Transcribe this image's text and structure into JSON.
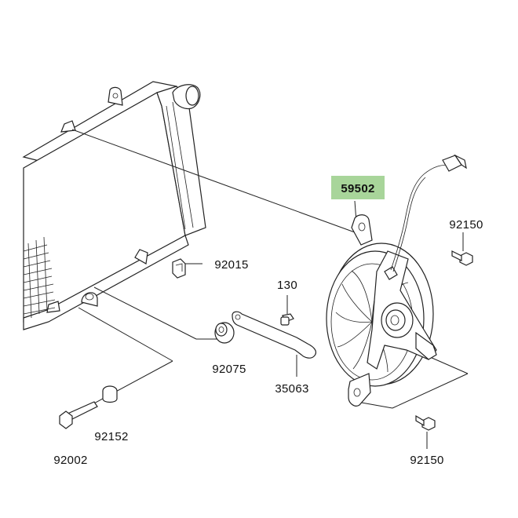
{
  "highlight_color": "#a8d59a",
  "parts": {
    "fan_assembly": "59502",
    "bolt_top_right": "92150",
    "bolt_bottom_right": "92150",
    "clip": "92015",
    "screw_130": "130",
    "bracket": "35063",
    "grommet": "92075",
    "collar": "92152",
    "long_bolt": "92002"
  }
}
